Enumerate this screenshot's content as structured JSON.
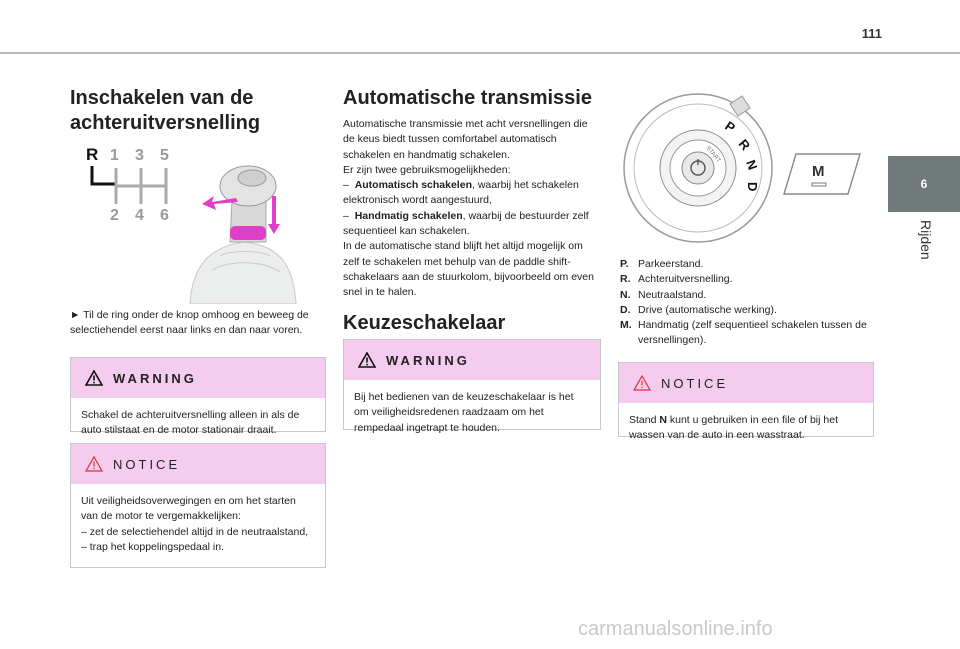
{
  "page": {
    "number": "111",
    "chapter_number": "6",
    "chapter_label": "Rijden"
  },
  "col1": {
    "title_line1": "Inschakelen van de",
    "title_line2": "achteruitversnelling",
    "gear_labels": {
      "r": "R",
      "g1": "1",
      "g3": "3",
      "g5": "5",
      "g2": "2",
      "g4": "4",
      "g6": "6"
    },
    "instruction": "► Til de ring onder de knop omhoog en beweeg de selectiehendel eerst naar links en dan naar voren.",
    "warning": {
      "label": "WARNING",
      "text": "Schakel de achteruitversnelling alleen in als de auto stilstaat en de motor stationair draait."
    },
    "notice": {
      "label": "NOTICE",
      "line1": "Uit veiligheidsoverwegingen en om het starten van de motor te vergemakkelijken:",
      "line2": "– zet de selectiehendel altijd in de neutraalstand,",
      "line3": "– trap het koppelingspedaal in."
    }
  },
  "col2": {
    "title": "Automatische transmissie",
    "intro_1": "Automatische transmissie met acht versnellingen die de keus biedt tussen comfortabel automatisch schakelen en handmatig schakelen.",
    "intro_2": "Er zijn twee gebruiksmogelijkheden:",
    "option_1_bold": "Automatisch schakelen",
    "option_1_rest": ", waarbij het schakelen elektronisch wordt aangestuurd,",
    "option_2_bold": "Handmatig schakelen",
    "option_2_rest": ", waarbij de bestuurder zelf sequentieel kan schakelen.",
    "dash": "–",
    "intro_3": "In de automatische stand blijft het altijd mogelijk om zelf te schakelen met behulp van de paddle shift-schakelaars aan de stuurkolom, bijvoorbeeld om even snel in te halen.",
    "subtitle": "Keuzeschakelaar",
    "warning": {
      "label": "WARNING",
      "text": "Bij het bedienen van de keuzeschakelaar is het om veiligheidsredenen raadzaam om het rempedaal ingetrapt te houden."
    }
  },
  "col3": {
    "dial_letters": {
      "p": "P",
      "r": "R",
      "n": "N",
      "d": "D"
    },
    "start_text": "START",
    "m_button": "M",
    "legend": [
      {
        "key": "P.",
        "text": "Parkeerstand."
      },
      {
        "key": "R.",
        "text": "Achteruitversnelling."
      },
      {
        "key": "N.",
        "text": "Neutraalstand."
      },
      {
        "key": "D.",
        "text": "Drive (automatische werking)."
      },
      {
        "key": "M.",
        "text": "Handmatig (zelf sequentieel schakelen tussen de versnellingen)."
      }
    ],
    "notice": {
      "label": "NOTICE",
      "text_pre": "Stand ",
      "text_bold": "N",
      "text_post": " kunt u gebruiken in een file of bij het wassen van de auto in een wasstraat."
    }
  },
  "footer": {
    "watermark": "carmanualsonline.info"
  },
  "colors": {
    "box_header": "#f4ccf0",
    "tab_bg": "#707a7a",
    "arrow_magenta": "#e040c8",
    "rule": "#b9b9b9"
  }
}
